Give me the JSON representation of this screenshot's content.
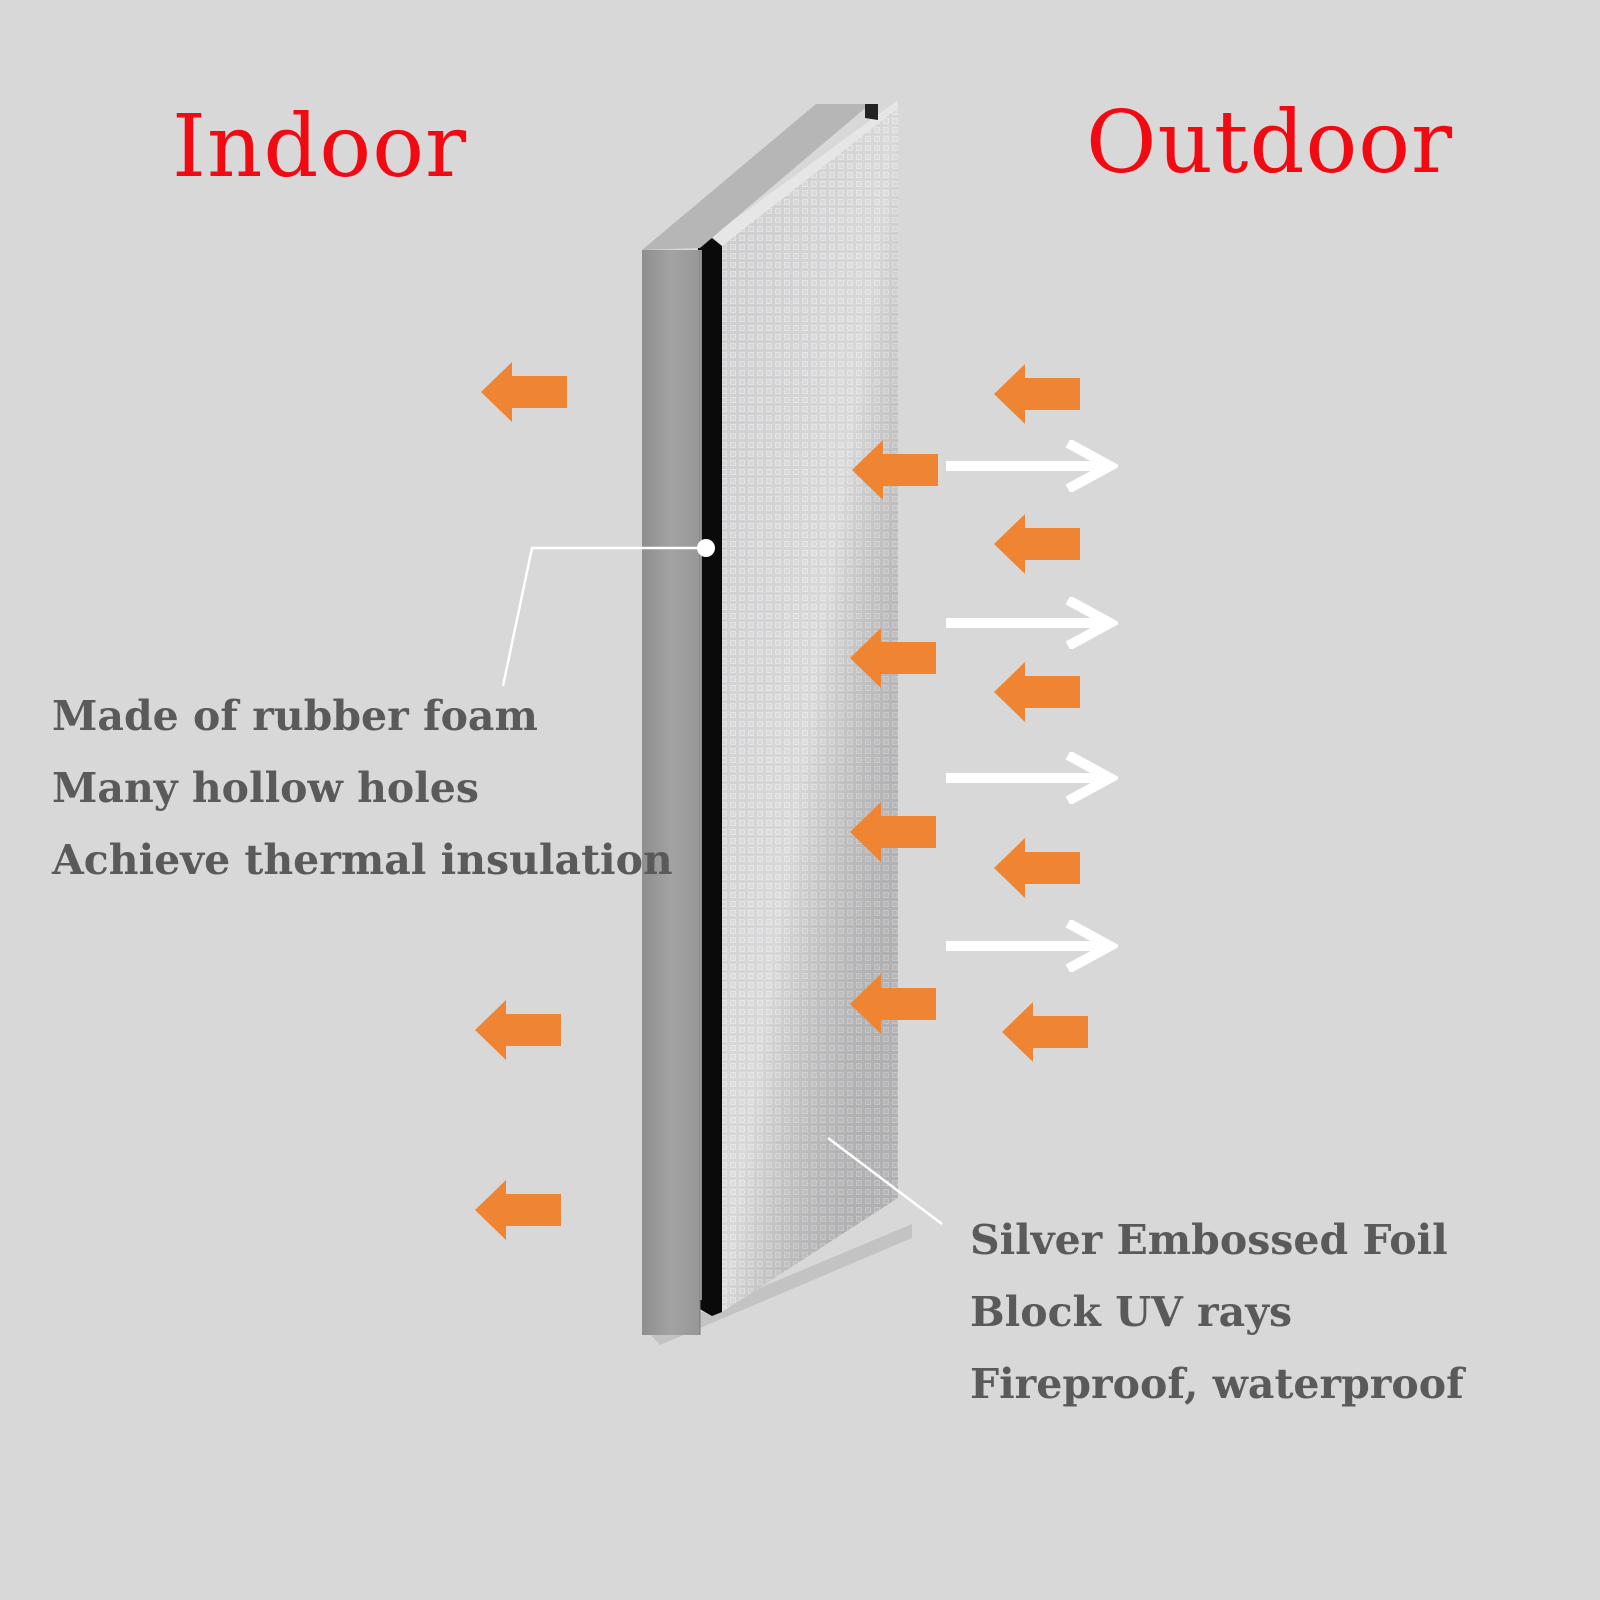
{
  "titles": {
    "indoor": "Indoor",
    "outdoor": "Outdoor"
  },
  "callouts": {
    "foam": {
      "lines": [
        "Made of rubber foam",
        "Many hollow holes",
        "Achieve thermal insulation"
      ]
    },
    "foil": {
      "lines": [
        "Silver Embossed Foil",
        "Block UV rays",
        "Fireproof, waterproof"
      ]
    }
  },
  "colors": {
    "background": "#d9d8d9",
    "title": "#f20a12",
    "heat_arrow": "#ef8533",
    "reflect_arrow": "#ffffff",
    "callout_text": "#5a5a5a",
    "foam_layer": "#a0a0a0",
    "foil_layer": "#c4c4c6"
  },
  "icons": {
    "heat": "left-arrow-icon",
    "reflection": "right-arrow-icon"
  }
}
